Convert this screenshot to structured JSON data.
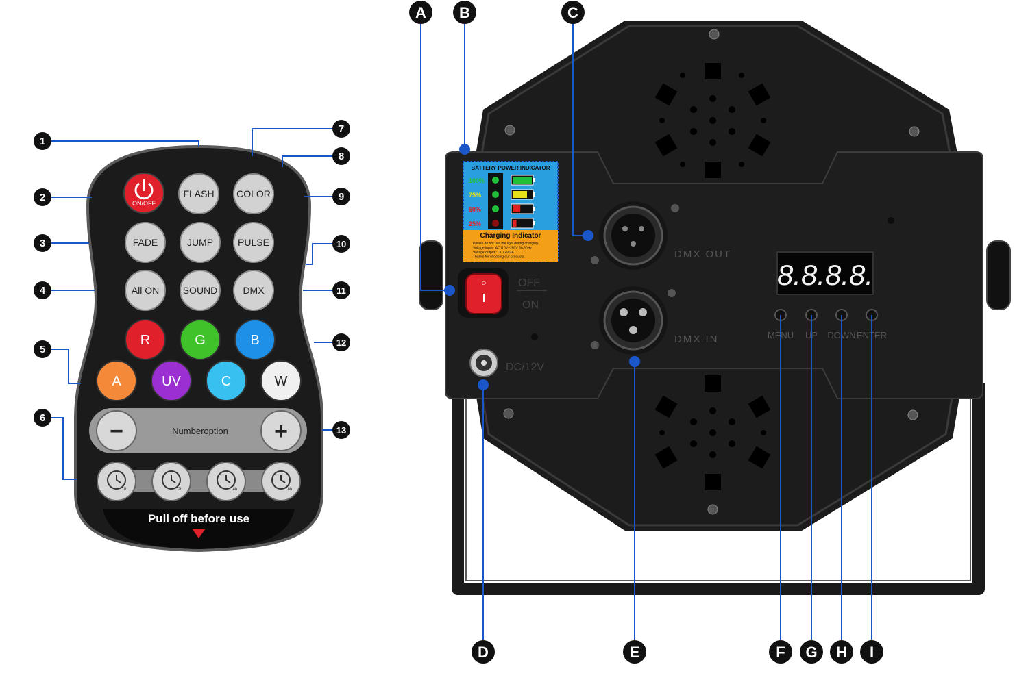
{
  "remote": {
    "power_label": "ON/OFF",
    "buttons": [
      {
        "label": "FLASH"
      },
      {
        "label": "COLOR"
      },
      {
        "label": "FADE"
      },
      {
        "label": "JUMP"
      },
      {
        "label": "PULSE"
      },
      {
        "label": "All ON"
      },
      {
        "label": "SOUND"
      },
      {
        "label": "DMX"
      }
    ],
    "color_buttons": [
      {
        "label": "R",
        "color": "#e0202a"
      },
      {
        "label": "G",
        "color": "#3fc22a"
      },
      {
        "label": "B",
        "color": "#1e90e8"
      },
      {
        "label": "A",
        "color": "#f5893a"
      },
      {
        "label": "UV",
        "color": "#9b2fd1"
      },
      {
        "label": "C",
        "color": "#38c0f0"
      },
      {
        "label": "W",
        "color": "#f0f0f0"
      }
    ],
    "number_option_label": "Numberoption",
    "minus_label": "−",
    "plus_label": "+",
    "timers": [
      {
        "label": "1h"
      },
      {
        "label": "2h"
      },
      {
        "label": "4h"
      },
      {
        "label": "8h"
      }
    ],
    "pull_tab_label": "Pull off before use"
  },
  "callouts_numbers": [
    "1",
    "2",
    "3",
    "4",
    "5",
    "6",
    "7",
    "8",
    "9",
    "10",
    "11",
    "12",
    "13"
  ],
  "callouts_letters": [
    "A",
    "B",
    "C",
    "D",
    "E",
    "F",
    "G",
    "H",
    "I"
  ],
  "battery_panel": {
    "title": "BATTERY POWER INDICATOR",
    "levels": [
      {
        "label": "100%",
        "color": "#1fbf3a"
      },
      {
        "label": "75%",
        "color": "#e6e21a"
      },
      {
        "label": "50%",
        "color": "#e02020"
      },
      {
        "label": "25%",
        "color": "#e02020"
      }
    ],
    "charging_title": "Charging Indicator",
    "notes": [
      "Please do not use the light during charging.",
      "Voltage input : AC110V~250V 50-60Hz",
      "Voltage output : DC12V/2A",
      "Thanks for choosing our products."
    ]
  },
  "device": {
    "switch_off_label": "OFF",
    "switch_on_label": "ON",
    "dmx_out_label": "DMX OUT",
    "dmx_in_label": "DMX IN",
    "dc_label": "DC/12V",
    "display_text": "8.8.8.8.",
    "control_buttons": [
      "MENU",
      "UP",
      "DOWN",
      "ENTER"
    ]
  },
  "colors": {
    "accent_line": "#1a56c8",
    "callout_fill": "#111111",
    "remote_body": "#1b1b1b",
    "device_body": "#1c1c1c"
  }
}
